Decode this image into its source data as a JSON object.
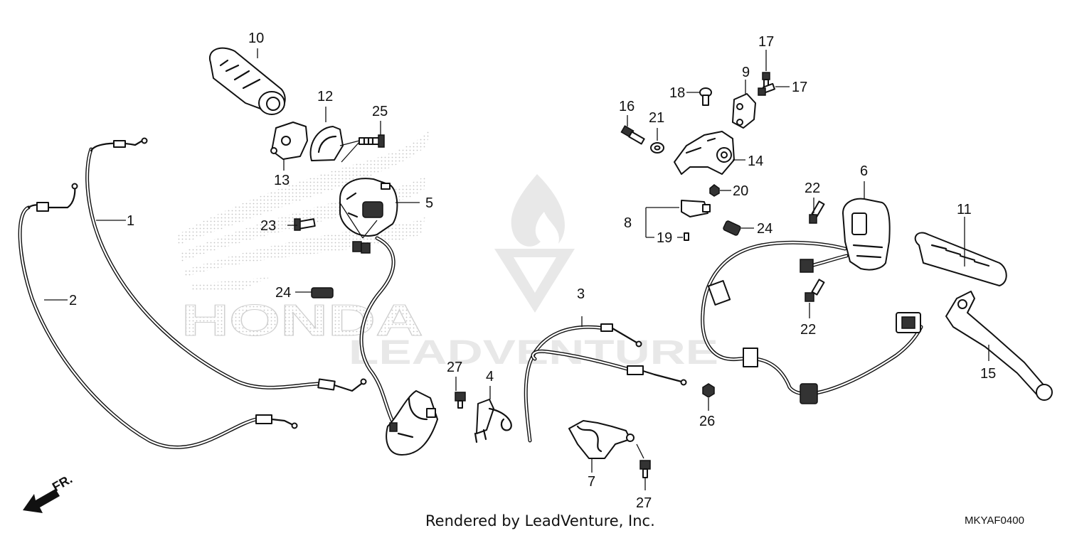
{
  "diagram": {
    "callouts": [
      {
        "id": "c1",
        "text": "1"
      },
      {
        "id": "c2",
        "text": "2"
      },
      {
        "id": "c3",
        "text": "3"
      },
      {
        "id": "c4",
        "text": "4"
      },
      {
        "id": "c5",
        "text": "5"
      },
      {
        "id": "c6",
        "text": "6"
      },
      {
        "id": "c7",
        "text": "7"
      },
      {
        "id": "c8",
        "text": "8"
      },
      {
        "id": "c9",
        "text": "9"
      },
      {
        "id": "c10",
        "text": "10"
      },
      {
        "id": "c11",
        "text": "11"
      },
      {
        "id": "c12",
        "text": "12"
      },
      {
        "id": "c13",
        "text": "13"
      },
      {
        "id": "c14",
        "text": "14"
      },
      {
        "id": "c15",
        "text": "15"
      },
      {
        "id": "c16",
        "text": "16"
      },
      {
        "id": "c17a",
        "text": "17"
      },
      {
        "id": "c17b",
        "text": "17"
      },
      {
        "id": "c18",
        "text": "18"
      },
      {
        "id": "c19",
        "text": "19"
      },
      {
        "id": "c20",
        "text": "20"
      },
      {
        "id": "c21",
        "text": "21"
      },
      {
        "id": "c22a",
        "text": "22"
      },
      {
        "id": "c22b",
        "text": "22"
      },
      {
        "id": "c23",
        "text": "23"
      },
      {
        "id": "c24a",
        "text": "24"
      },
      {
        "id": "c24b",
        "text": "24"
      },
      {
        "id": "c25",
        "text": "25"
      },
      {
        "id": "c26",
        "text": "26"
      },
      {
        "id": "c27a",
        "text": "27"
      },
      {
        "id": "c27b",
        "text": "27"
      }
    ],
    "direction_label": "FR.",
    "footer_credit": "Rendered by LeadVenture, Inc.",
    "diagram_code": "MKYAF0400",
    "watermark": {
      "brand_text": "HONDA",
      "overlay_text": "LEADVENTURE"
    },
    "colors": {
      "line": "#111111",
      "background": "#ffffff",
      "watermark": "#e6e6e6",
      "stipple": "#c8c8c8"
    }
  }
}
